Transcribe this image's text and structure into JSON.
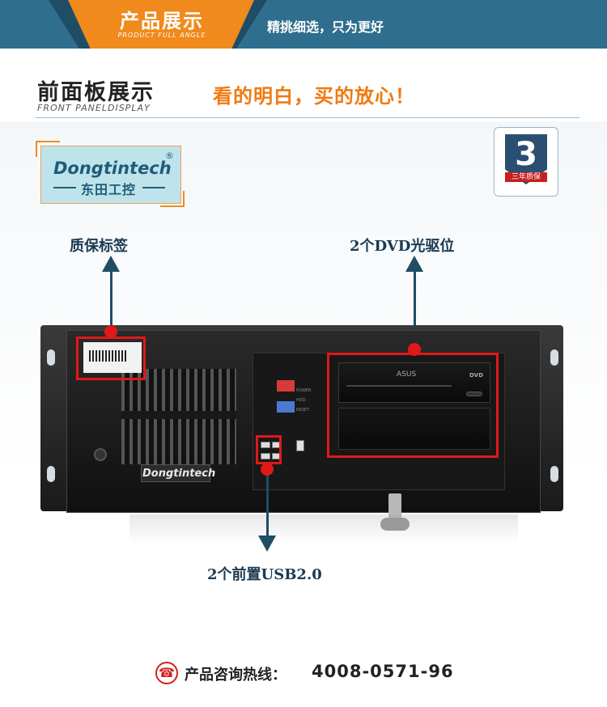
{
  "banner": {
    "title": "产品展示",
    "subtitle": "PRODUCT FULL ANGLE",
    "slogan": "精挑细选，只为更好"
  },
  "section": {
    "title": "前面板展示",
    "subtitle": "FRONT PANELDISPLAY",
    "slogan": "看的明白，买的放心！"
  },
  "brand": {
    "logo_text": "Dongtintech",
    "logo_reg": "®",
    "logo_cn": "东田工控",
    "chassis_logo": "Dongtintech"
  },
  "warranty_badge": {
    "number": "3",
    "label": "三年质保"
  },
  "callouts": {
    "label_tag": "质保标签",
    "dvd_bays": "2个DVD光驱位",
    "front_usb": "2个前置USB2.0"
  },
  "front_panel": {
    "power_text": "POWER",
    "hdd_text": "HDD",
    "reset_text": "RESET",
    "dvd_brand": "ASUS",
    "dvd_logo": "DVD"
  },
  "hotline": {
    "label": "产品咨询热线：",
    "number": "4008-0571-96",
    "icon": "phone-icon"
  },
  "colors": {
    "banner_blue": "#2f6e8e",
    "accent_orange": "#f08a1c",
    "highlight_red": "#e01818",
    "arrow_navy": "#1f4d66"
  }
}
